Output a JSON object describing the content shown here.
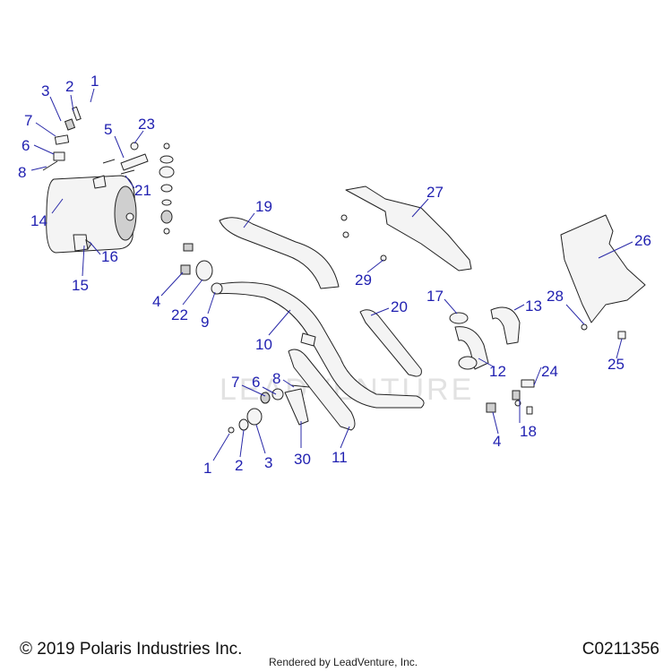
{
  "watermark": "LEADVENTURE",
  "footer": {
    "copyright": "© 2019 Polaris Industries Inc.",
    "rendered_by": "Rendered by LeadVenture, Inc.",
    "diagram_code": "C0211356"
  },
  "callouts": {
    "c1a": "1",
    "c2a": "2",
    "c3a": "3",
    "c7a": "7",
    "c6a": "6",
    "c8a": "8",
    "c5": "5",
    "c23": "23",
    "c21": "21",
    "c14": "14",
    "c16": "16",
    "c15": "15",
    "c4a": "4",
    "c22": "22",
    "c9": "9",
    "c19": "19",
    "c27": "27",
    "c29": "29",
    "c10": "10",
    "c20": "20",
    "c17": "17",
    "c13": "13",
    "c28": "28",
    "c26": "26",
    "c12": "12",
    "c24": "24",
    "c25": "25",
    "c7b": "7",
    "c6b": "6",
    "c8b": "8",
    "c4b": "4",
    "c18": "18",
    "c1b": "1",
    "c2b": "2",
    "c3b": "3",
    "c30": "30",
    "c11": "11"
  }
}
